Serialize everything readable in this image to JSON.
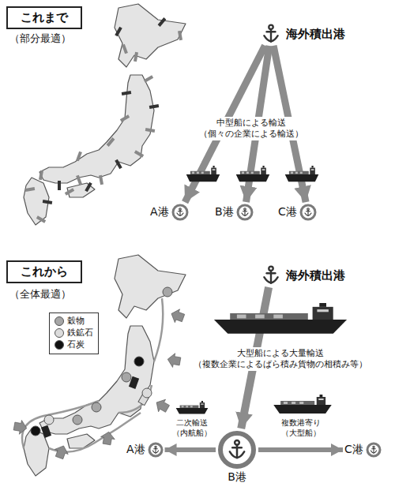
{
  "diagram": {
    "nodes": [
      {
        "text": [
          "これまで"
        ]
      },
      {
        "text": [
          "海外積出港"
        ]
      },
      {
        "text": [
          "A港"
        ]
      },
      {
        "text": [
          "B港"
        ]
      },
      {
        "text": [
          "C港"
        ]
      },
      {
        "text": [
          "これから"
        ]
      },
      {
        "text": [
          "海外積出港"
        ]
      },
      {
        "text": [
          "B港"
        ]
      },
      {
        "text": [
          "A港"
        ]
      },
      {
        "text": [
          "C港"
        ]
      }
    ],
    "edges": [
      {
        "from": 1,
        "to": 2,
        "arrow": "to"
      },
      {
        "from": 1,
        "to": 3,
        "arrow": "to",
        "label": "中型船による輸送 （個々の企業による輸送）"
      },
      {
        "from": 1,
        "to": 4,
        "arrow": "to"
      },
      {
        "from": 6,
        "to": 7,
        "arrow": "to",
        "label": "大型船による大量輸送 （複数企業によるばら積み貨物の相積み等）"
      },
      {
        "from": 7,
        "to": 8,
        "arrow": "to",
        "label": "二次輸送 （内航船）"
      },
      {
        "from": 7,
        "to": 9,
        "arrow": "to",
        "label": "複数港寄り （大型船）"
      }
    ],
    "labels": [
      "（部分最適）",
      "（全体最適）"
    ],
    "legend": [
      {
        "text": "穀物",
        "color": "#a6a6a6"
      },
      {
        "text": "鉄鉱石",
        "color": "#dcdcdc"
      },
      {
        "text": "石炭",
        "color": "#111111"
      }
    ]
  }
}
